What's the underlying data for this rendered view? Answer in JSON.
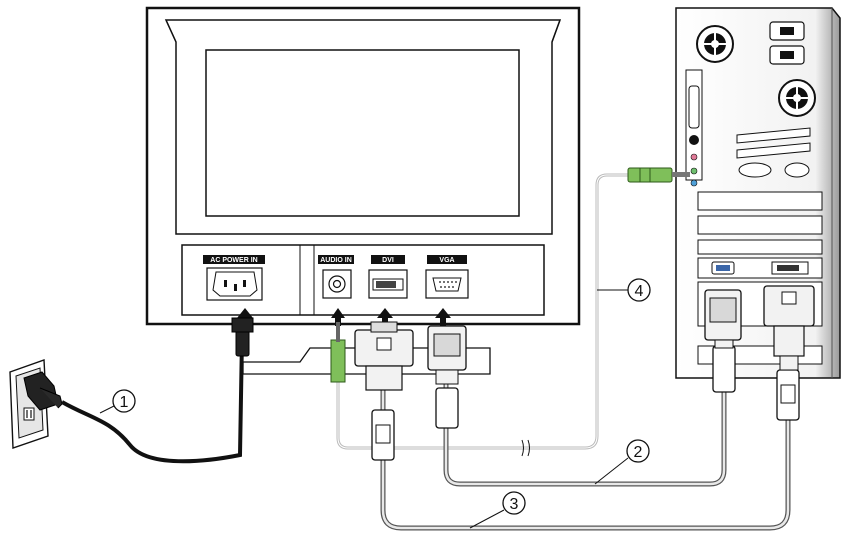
{
  "monitor": {
    "ports": {
      "ac_power": "AC POWER IN",
      "audio": "AUDIO IN",
      "dvi": "DVI",
      "vga": "VGA"
    }
  },
  "callouts": [
    {
      "id": "power-cable",
      "text": "1"
    },
    {
      "id": "vga-cable",
      "text": "2"
    },
    {
      "id": "dvi-cable",
      "text": "3"
    },
    {
      "id": "audio-cable",
      "text": "4"
    }
  ]
}
